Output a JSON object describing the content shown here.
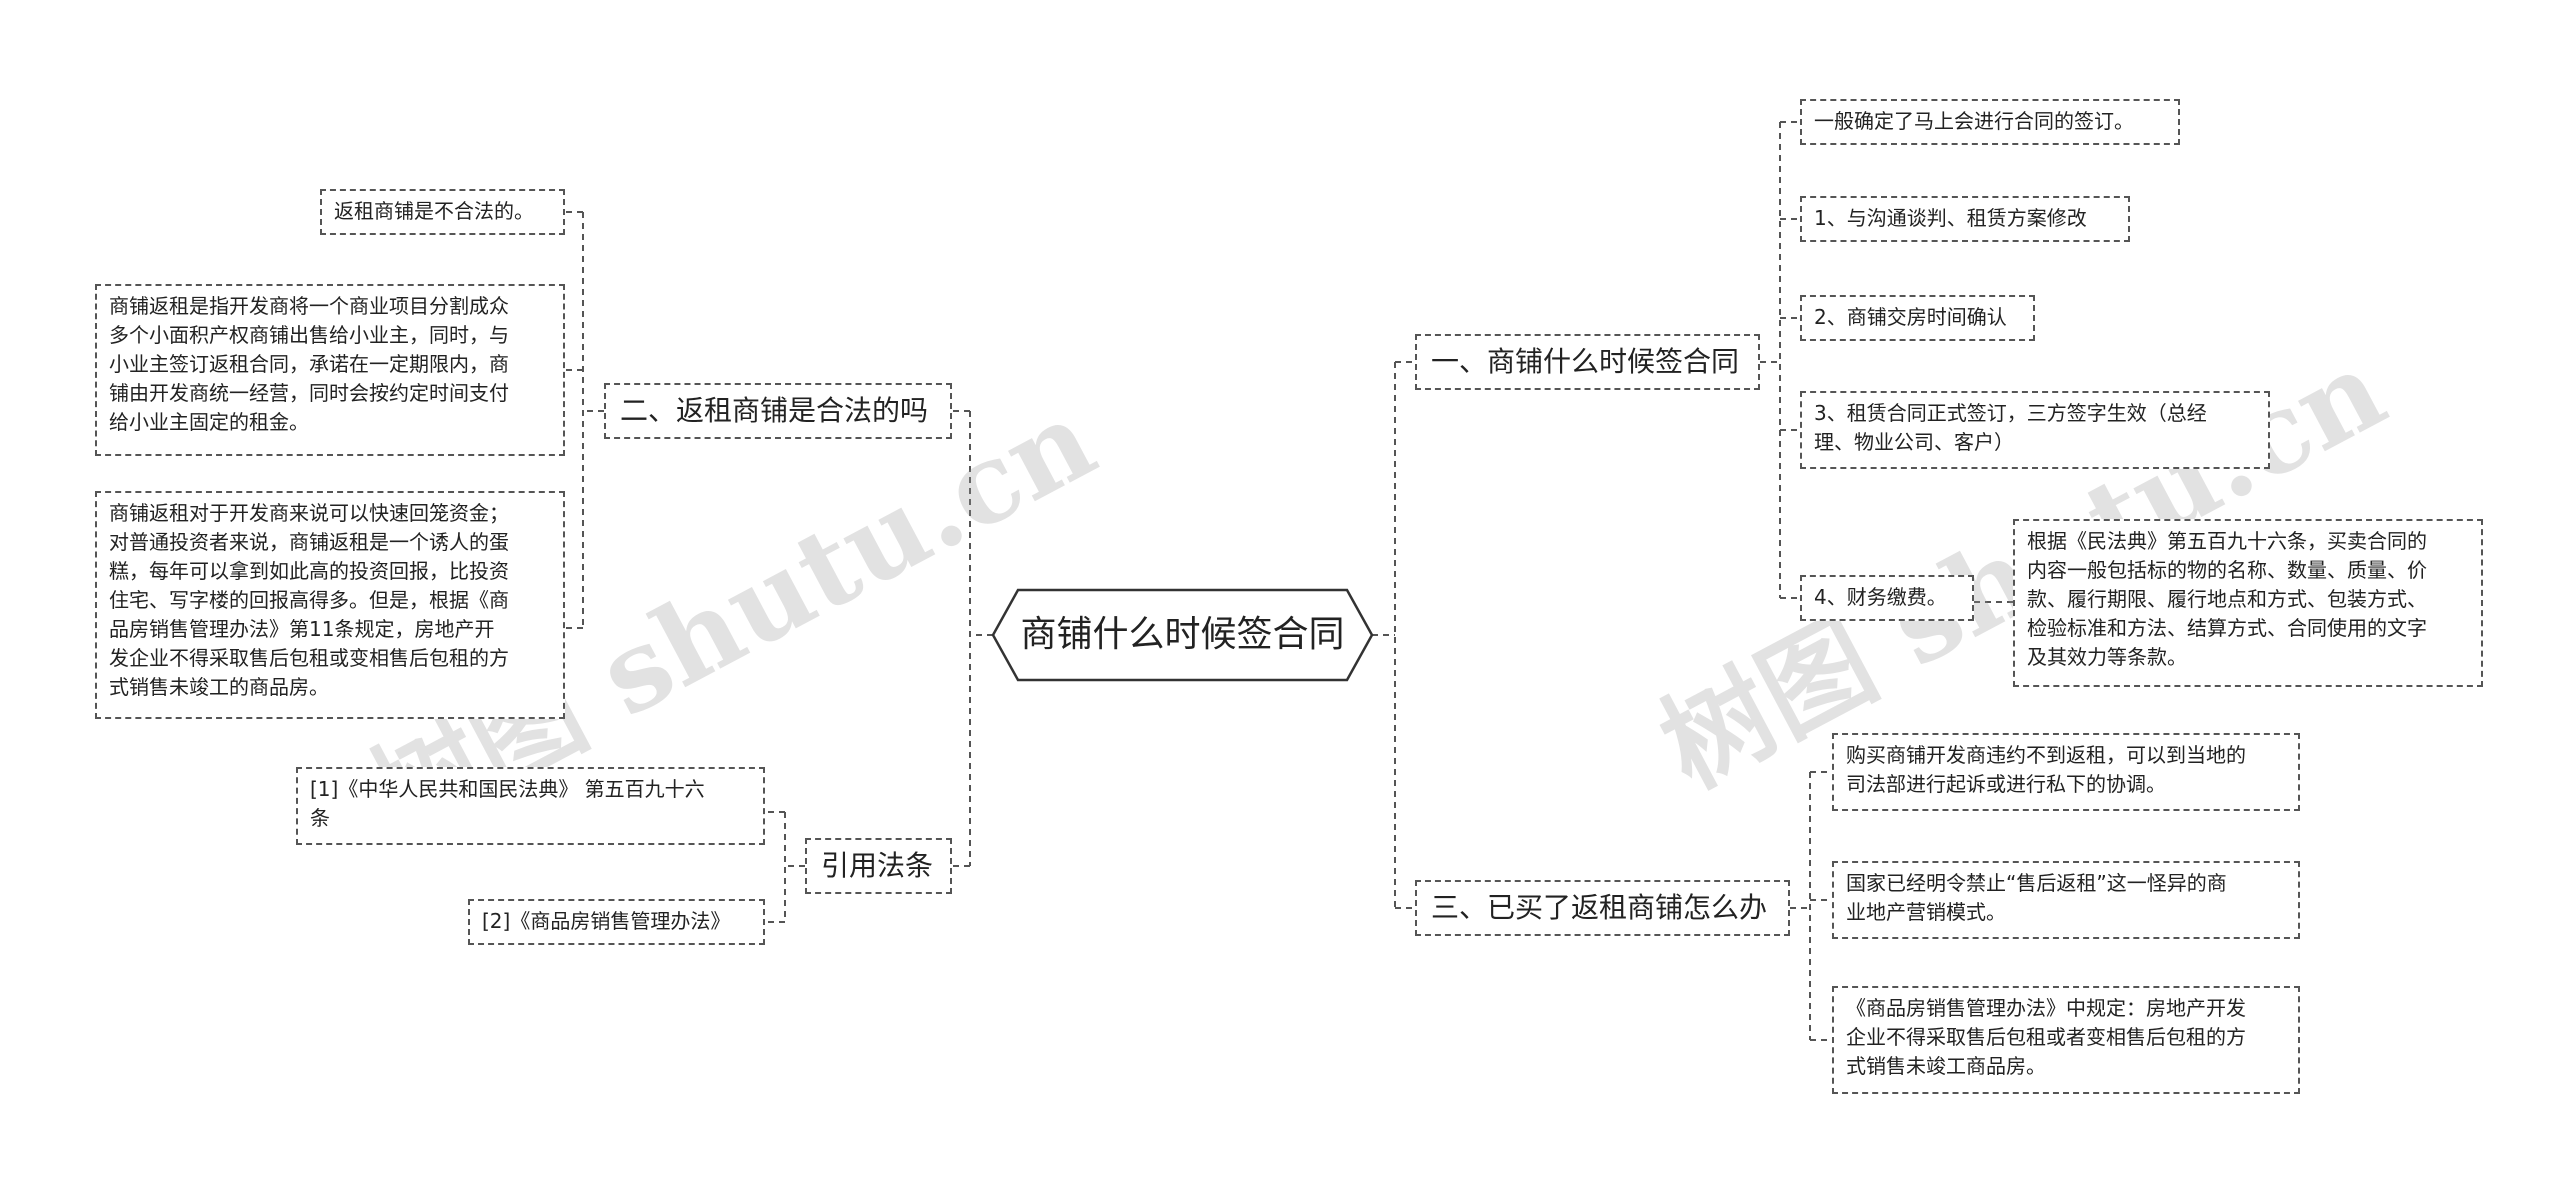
{
  "center": {
    "label": "商铺什么时候签合同"
  },
  "branches": {
    "b1": {
      "label": "一、商铺什么时候签合同"
    },
    "b2": {
      "label": "二、返租商铺是合法的吗"
    },
    "b3": {
      "label": "三、已买了返租商铺怎么办"
    },
    "b4": {
      "label": "引用法条"
    }
  },
  "leaves": {
    "b1_1": "一般确定了马上会进行合同的签订。",
    "b1_2": "1、与沟通谈判、租赁方案修改",
    "b1_3": "2、商铺交房时间确认",
    "b1_4": "3、租赁合同正式签订，三方签字生效（总经\n理、物业公司、客户）",
    "b1_5": "4、财务缴费。",
    "b1_5_1": "根据《民法典》第五百九十六条，买卖合同的\n内容一般包括标的物的名称、数量、质量、价\n款、履行期限、履行地点和方式、包装方式、\n检验标准和方法、结算方式、合同使用的文字\n及其效力等条款。",
    "b2_1": "返租商铺是不合法的。",
    "b2_2": "商铺返租是指开发商将一个商业项目分割成众\n多个小面积产权商铺出售给小业主，同时，与\n小业主签订返租合同，承诺在一定期限内，商\n铺由开发商统一经营，同时会按约定时间支付\n给小业主固定的租金。",
    "b2_3": "商铺返租对于开发商来说可以快速回笼资金；\n对普通投资者来说，商铺返租是一个诱人的蛋\n糕，每年可以拿到如此高的投资回报，比投资\n住宅、写字楼的回报高得多。但是，根据《商\n品房销售管理办法》第11条规定，房地产开\n发企业不得采取售后包租或变相售后包租的方\n式销售未竣工的商品房。",
    "b3_1": "购买商铺开发商违约不到返租，可以到当地的\n司法部进行起诉或进行私下的协调。",
    "b3_2": "国家已经明令禁止“售后返租”这一怪异的商\n业地产营销模式。",
    "b3_3": "《商品房销售管理办法》中规定：房地产开发\n企业不得采取售后包租或者变相售后包租的方\n式销售未竣工商品房。",
    "b4_1": "[1]《中华人民共和国民法典》 第五百九十六\n条",
    "b4_2": "[2]《商品房销售管理办法》"
  },
  "watermarks": [
    "树图 shutu.cn",
    "树图 shutu.cn"
  ],
  "colors": {
    "line": "#555555",
    "border": "#555555",
    "text": "#222222"
  }
}
